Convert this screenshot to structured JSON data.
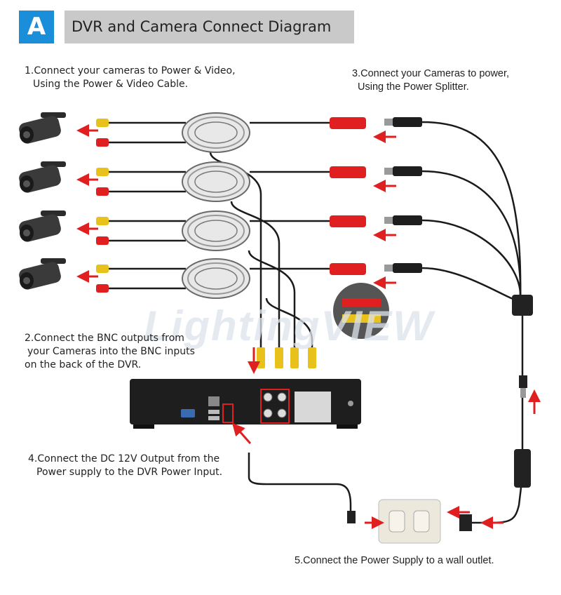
{
  "header": {
    "badge": "A",
    "title": "DVR and Camera Connect Diagram",
    "badge_color": "#1a8ed8",
    "bar_color": "#c9c9c9"
  },
  "steps": [
    {
      "line1": "1.Connect your cameras to Power & Video,",
      "line2": "Using the Power & Video Cable."
    },
    {
      "line1": "2.Connect the BNC outputs from",
      "line2": "your Cameras into the BNC inputs",
      "line3": "on the back of the DVR."
    },
    {
      "line1": "3.Connect your Cameras to power,",
      "line2": "Using the Power Splitter."
    },
    {
      "line1": "4.Connect the DC 12V Output from the",
      "line2": "Power supply to the DVR Power Input."
    },
    {
      "line1": "5.Connect the Power Supply to a wall outlet."
    }
  ],
  "watermark": "LightingVIEW",
  "colors": {
    "arrow": "#e02020",
    "bnc_plug": "#e8c21a",
    "power_plug": "#e02020",
    "cable": "#1a1a1a",
    "dvr_body": "#1e1e1e",
    "outlet": "#ece8dc"
  }
}
